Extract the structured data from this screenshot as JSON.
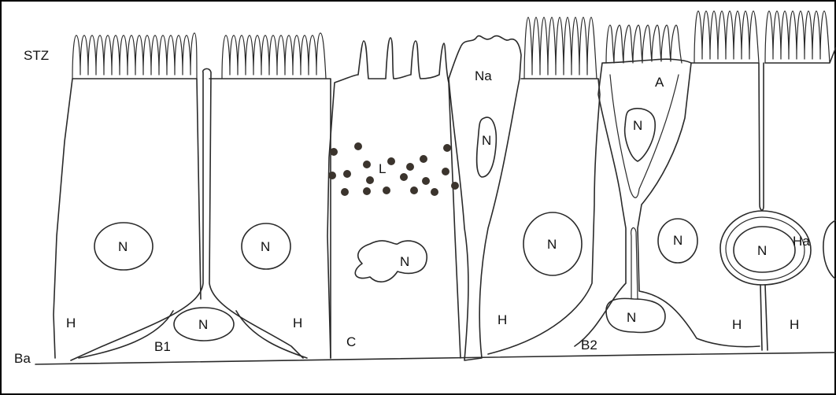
{
  "diagram": {
    "labels": {
      "stz": "STZ",
      "ba": "Ba",
      "b1": "B1",
      "b2": "B2",
      "c": "C",
      "l": "L",
      "na": "Na",
      "a": "A",
      "ha": "Ha",
      "h": "H",
      "n": "N"
    }
  }
}
